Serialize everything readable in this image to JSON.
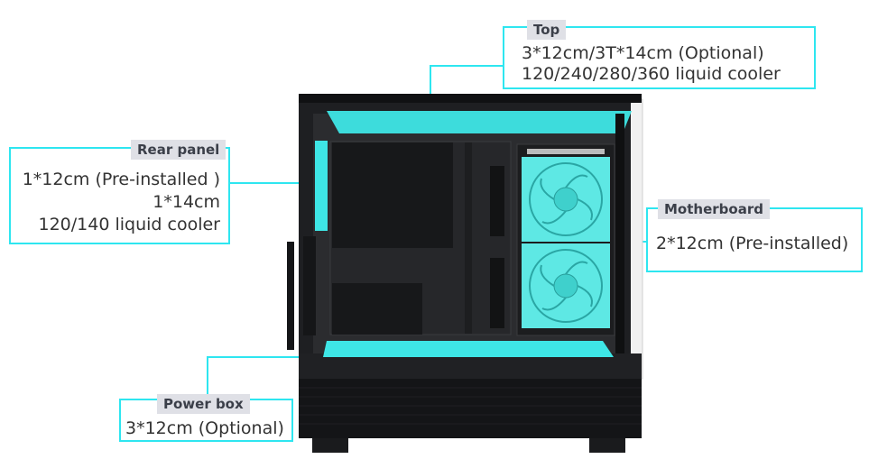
{
  "colors": {
    "accent": "#2ee6f0",
    "tag_bg": "#dfe0e6",
    "case_dark": "#1b1c1e",
    "fan": "#5ee8e4"
  },
  "callouts": {
    "top": {
      "title": "Top",
      "lines": [
        "3*12cm/3T*14cm (Optional)",
        "120/240/280/360 liquid cooler"
      ]
    },
    "rear": {
      "title": "Rear panel",
      "lines": [
        "1*12cm (Pre-installed )",
        "1*14cm",
        "120/140 liquid cooler"
      ]
    },
    "motherboard": {
      "title": "Motherboard",
      "lines": [
        "2*12cm (Pre-installed)"
      ]
    },
    "power": {
      "title": "Power box",
      "lines": [
        "3*12cm (Optional)"
      ]
    }
  }
}
